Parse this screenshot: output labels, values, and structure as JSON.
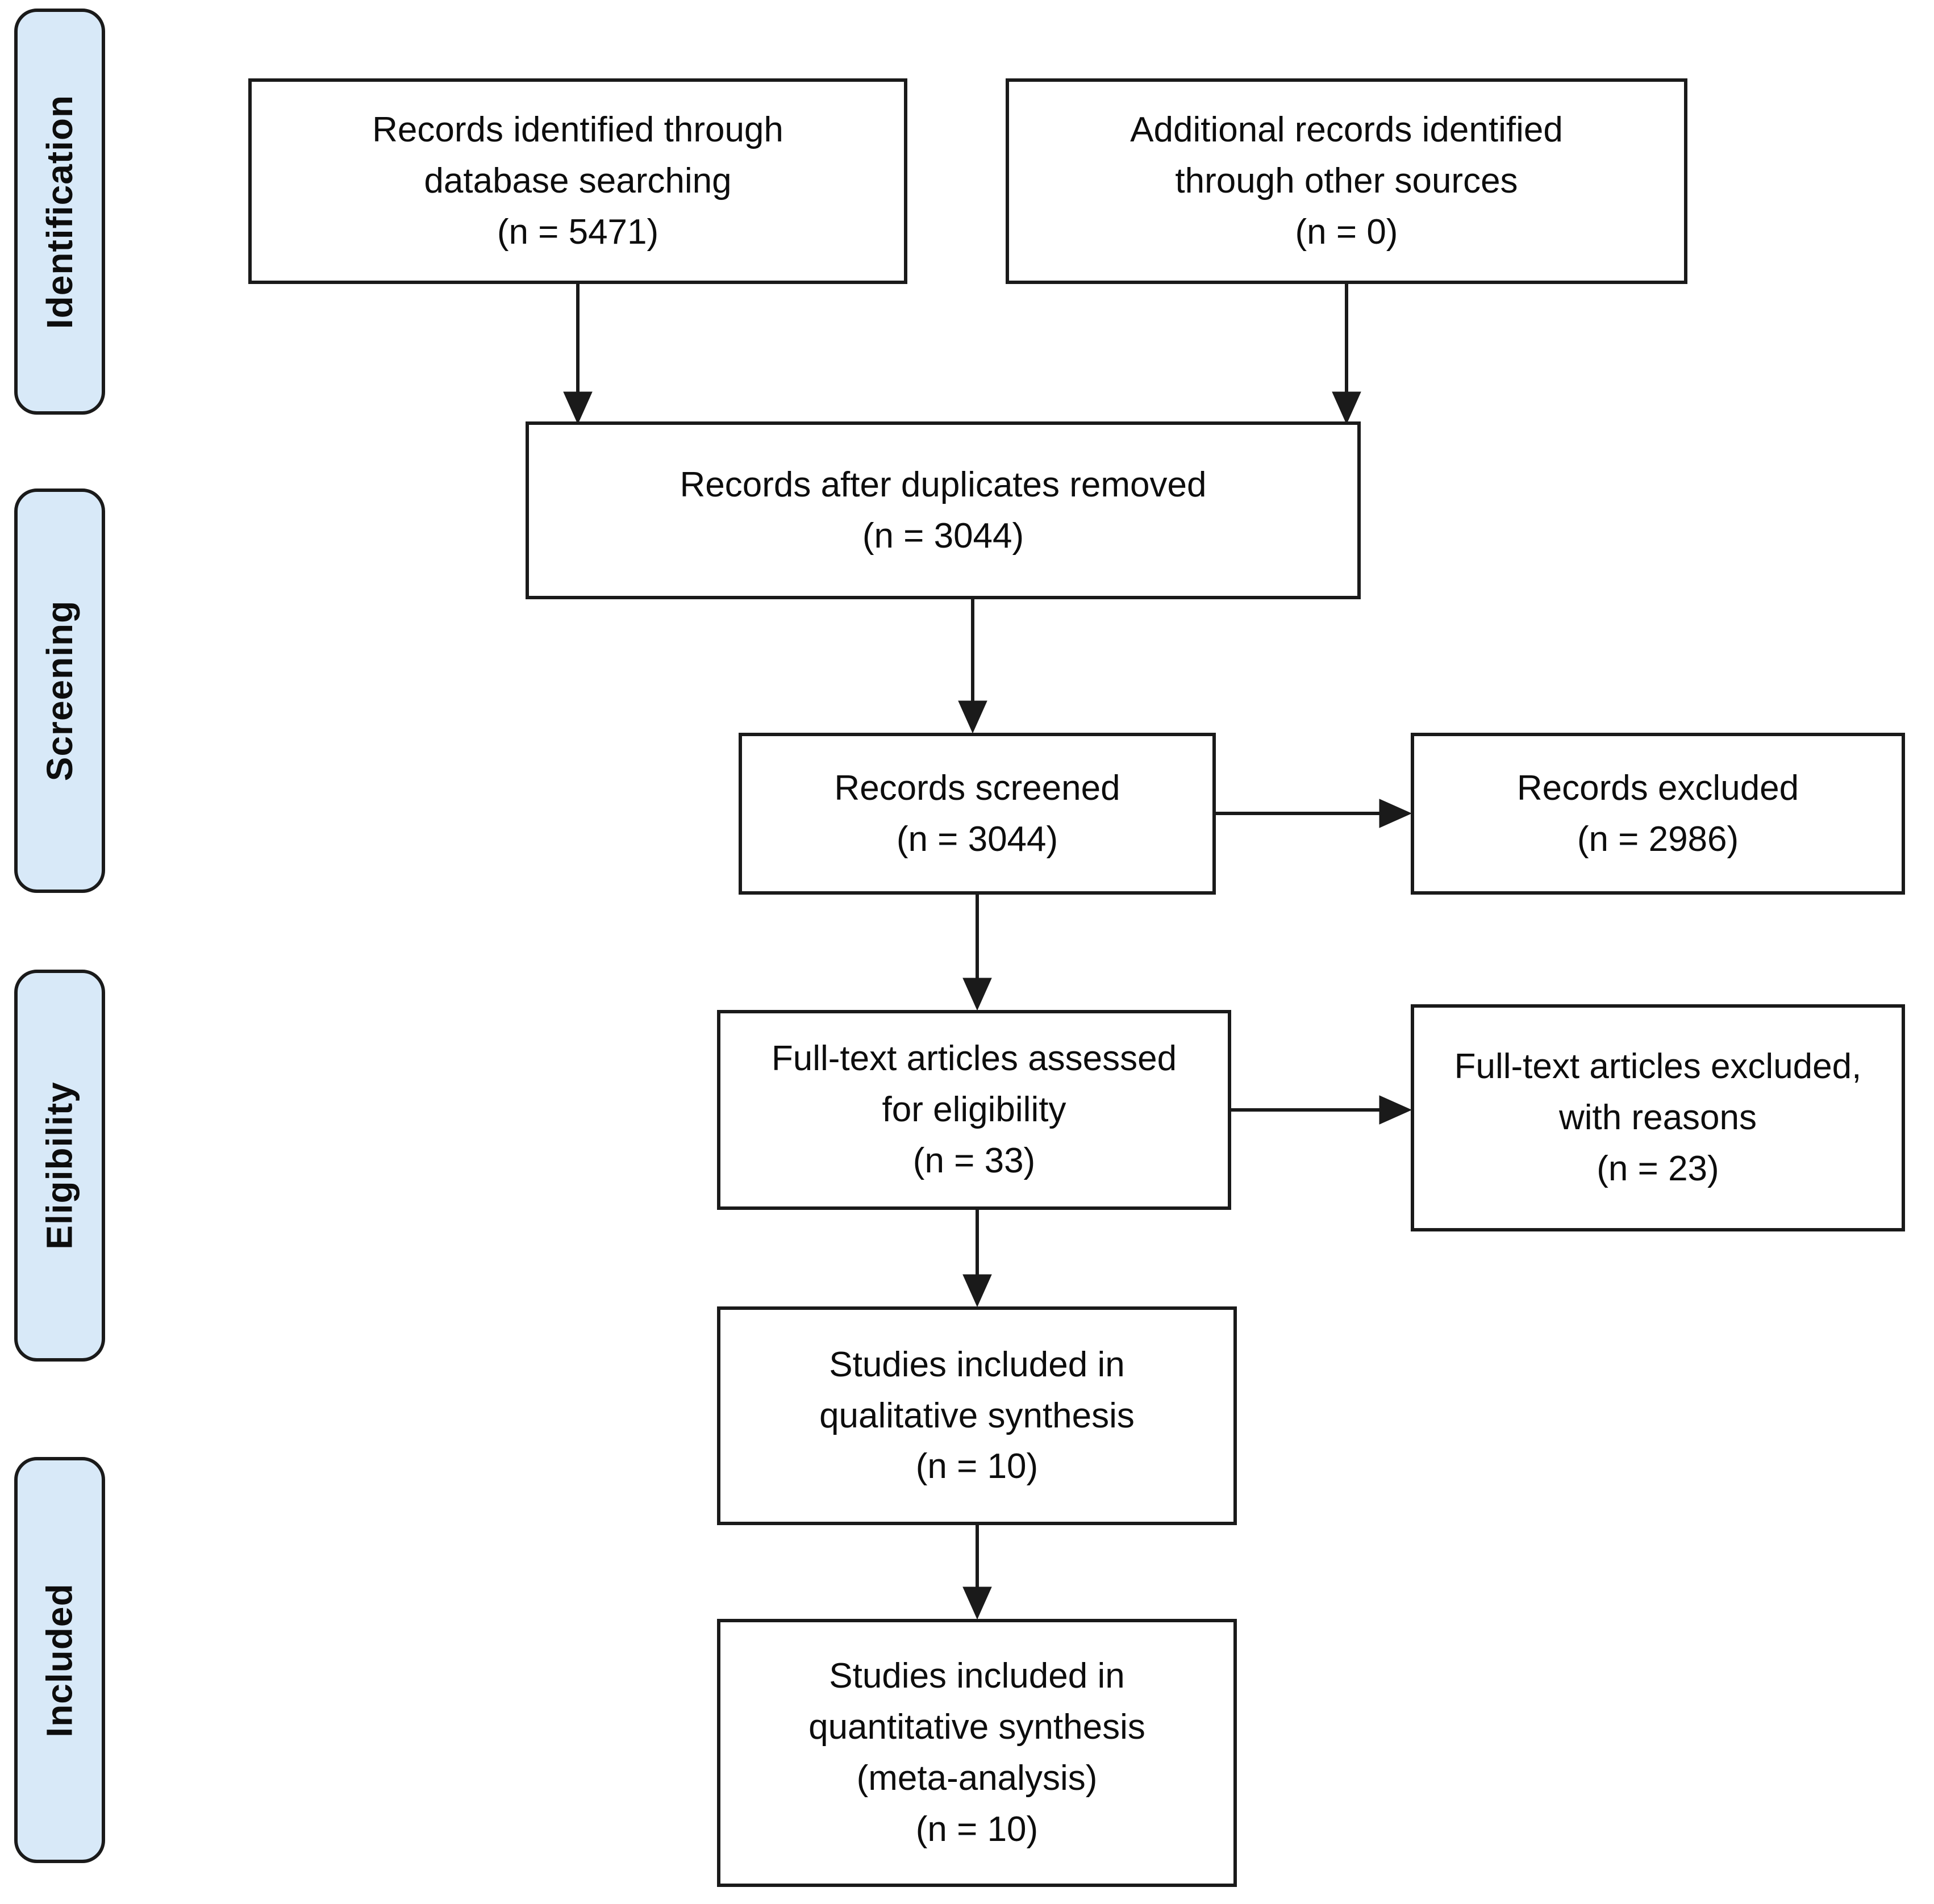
{
  "colors": {
    "stage_fill": "#d8e9f8",
    "stroke": "#1a1a1a",
    "node_fill": "#ffffff",
    "text": "#0d0d0d",
    "background": "#ffffff"
  },
  "stages": {
    "identification": {
      "label": "Identification"
    },
    "screening": {
      "label": "Screening"
    },
    "eligibility": {
      "label": "Eligibility"
    },
    "included": {
      "label": "Included"
    }
  },
  "nodes": {
    "identified": {
      "text": "Records identified through\ndatabase searching\n(n = 5471)",
      "n": 5471
    },
    "additional": {
      "text": "Additional records identified\nthrough other sources\n(n = 0)",
      "n": 0
    },
    "deduplicated": {
      "text": "Records after duplicates removed\n(n = 3044)",
      "n": 3044
    },
    "screened": {
      "text": "Records screened\n(n = 3044)",
      "n": 3044
    },
    "records_excluded": {
      "text": "Records excluded\n(n = 2986)",
      "n": 2986
    },
    "fulltext_assessed": {
      "text": "Full-text articles assessed\nfor eligibility\n(n = 33)",
      "n": 33
    },
    "fulltext_excluded": {
      "text": "Full-text articles excluded,\nwith reasons\n(n = 23)",
      "n": 23
    },
    "qualitative": {
      "text": "Studies included in\nqualitative synthesis\n(n = 10)",
      "n": 10
    },
    "quantitative": {
      "text": "Studies included in\nquantitative synthesis\n(meta-analysis)\n(n = 10)",
      "n": 10
    }
  }
}
